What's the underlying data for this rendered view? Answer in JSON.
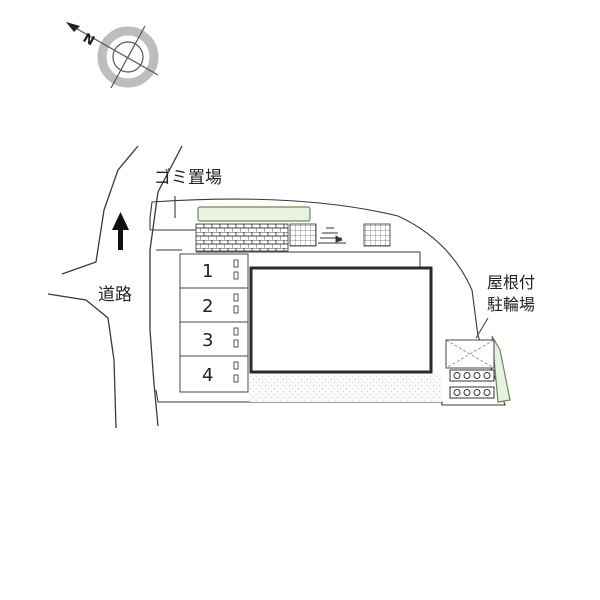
{
  "compass": {
    "north_label": "N",
    "icon": "compass-icon"
  },
  "labels": {
    "garbage_area": "ゴミ置場",
    "road": "道路",
    "bicycle_parking_line1": "屋根付",
    "bicycle_parking_line2": "駐輪場"
  },
  "parking_spaces": [
    "1",
    "2",
    "3",
    "4"
  ],
  "road_direction_icon": "arrow-up-icon",
  "colors": {
    "line": "#3a3a3a",
    "building_border": "#2a2a2a",
    "greenery_fill": "#e8f2e0",
    "greenery_border": "#6a8a5a",
    "paving_fill": "#f7f7f7"
  }
}
